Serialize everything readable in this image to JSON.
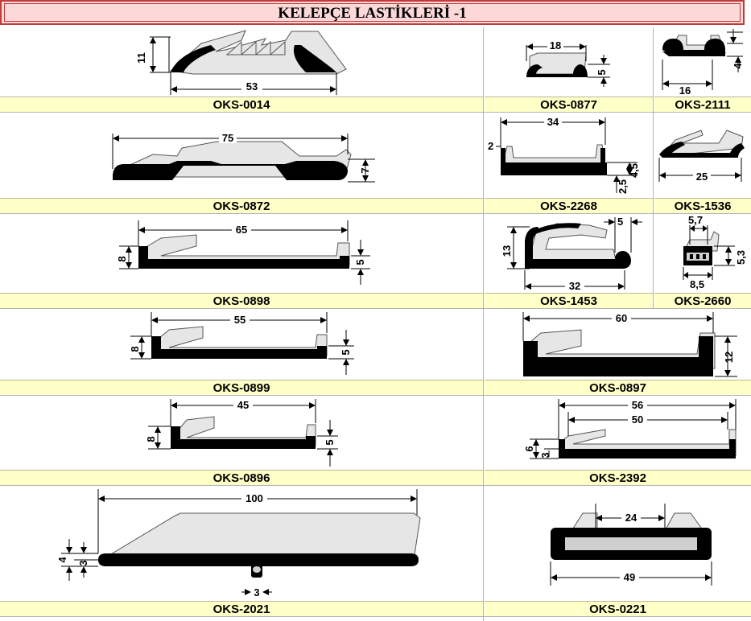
{
  "page": {
    "title": "KELEPÇE LASTİKLERİ -1"
  },
  "products": [
    {
      "code": "OKS-0014",
      "dims": [
        "11",
        "53"
      ]
    },
    {
      "code": "OKS-0877",
      "dims": [
        "18",
        "5"
      ]
    },
    {
      "code": "OKS-2111",
      "dims": [
        "4",
        "16"
      ]
    },
    {
      "code": "OKS-0872",
      "dims": [
        "75",
        "7"
      ]
    },
    {
      "code": "OKS-2268",
      "dims": [
        "34",
        "2",
        "4,5",
        "2,5"
      ]
    },
    {
      "code": "OKS-1536",
      "dims": [
        "25"
      ]
    },
    {
      "code": "OKS-0898",
      "dims": [
        "65",
        "8",
        "5"
      ]
    },
    {
      "code": "OKS-1453",
      "dims": [
        "5",
        "13",
        "32"
      ]
    },
    {
      "code": "OKS-2660",
      "dims": [
        "5,7",
        "5,3",
        "8,5"
      ]
    },
    {
      "code": "OKS-0899",
      "dims": [
        "55",
        "8",
        "5"
      ]
    },
    {
      "code": "OKS-0897",
      "dims": [
        "60",
        "12"
      ]
    },
    {
      "code": "OKS-0896",
      "dims": [
        "45",
        "8",
        "5"
      ]
    },
    {
      "code": "OKS-2392",
      "dims": [
        "56",
        "50",
        "6",
        "3"
      ]
    },
    {
      "code": "OKS-2021",
      "dims": [
        "100",
        "4",
        "3",
        "3"
      ]
    },
    {
      "code": "OKS-0221",
      "dims": [
        "24",
        "49"
      ]
    }
  ],
  "colors": {
    "title_bg": "#fcd8d8",
    "title_border": "#c03a3a",
    "label_bg": "#ffffc8",
    "profile_black": "#000000",
    "profile_light": "#e6e6e6"
  }
}
